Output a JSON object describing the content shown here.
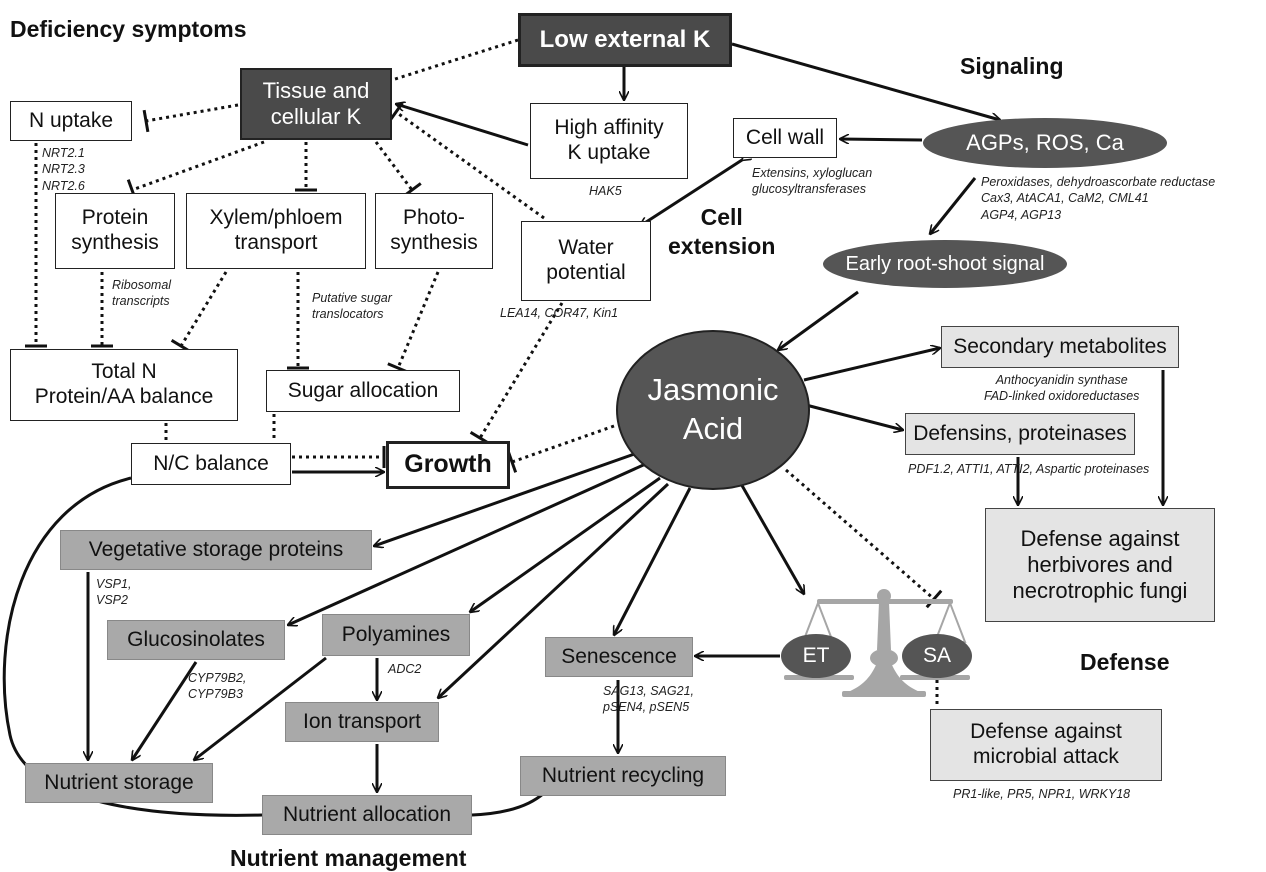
{
  "headings": {
    "deficiency": "Deficiency symptoms",
    "signaling": "Signaling",
    "cell_extension": "Cell\nextension",
    "defense": "Defense",
    "nutrient_management": "Nutrient management"
  },
  "nodes": {
    "low_k": "Low external K",
    "tissue_k": "Tissue and\ncellular K",
    "n_uptake": "N uptake",
    "high_affinity": "High affinity\nK uptake",
    "cell_wall": "Cell wall",
    "agps": "AGPs, ROS, Ca",
    "protein_synthesis": "Protein\nsynthesis",
    "xylem": "Xylem/phloem\ntransport",
    "photosynthesis": "Photo-\nsynthesis",
    "water_potential": "Water\npotential",
    "early_signal": "Early root-shoot signal",
    "total_n": "Total N\nProtein/AA balance",
    "sugar_allocation": "Sugar allocation",
    "nc_balance": "N/C balance",
    "growth": "Growth",
    "jasmonic_acid": "Jasmonic\nAcid",
    "secondary_metabolites": "Secondary metabolites",
    "defensins": "Defensins, proteinases",
    "defense_herbivores": "Defense against\nherbivores and\nnecrotrophic fungi",
    "vsp": "Vegetative storage proteins",
    "glucosinolates": "Glucosinolates",
    "polyamines": "Polyamines",
    "senescence": "Senescence",
    "et": "ET",
    "sa": "SA",
    "ion_transport": "Ion transport",
    "defense_microbial": "Defense against\nmicrobial attack",
    "nutrient_storage": "Nutrient storage",
    "nutrient_allocation": "Nutrient allocation",
    "nutrient_recycling": "Nutrient recycling"
  },
  "notes": {
    "nrt": "NRT2.1\nNRT2.3\nNRT2.6",
    "hak5": "HAK5",
    "extensins": "Extensins, xyloglucan\nglucosyltransferases",
    "peroxidases": "Peroxidases, dehydroascorbate reductase\nCax3, AtACA1, CaM2, CML41\nAGP4, AGP13",
    "ribosomal": "Ribosomal\ntranscripts",
    "sugar_translocators": "Putative sugar\ntranslocators",
    "lea14": "LEA14, COR47, Kin1",
    "anthocyanidin": "Anthocyanidin synthase\nFAD-linked oxidoreductases",
    "pdf12": "PDF1.2, ATTI1, ATTI2, Aspartic proteinases",
    "vsp_genes": "VSP1,\nVSP2",
    "cyp": "CYP79B2,\nCYP79B3",
    "adc2": "ADC2",
    "sag": "SAG13, SAG21,\npSEN4, pSEN5",
    "pr1": "PR1-like, PR5, NPR1, WRKY18"
  },
  "colors": {
    "dark_box": "#4a4a4a",
    "gray_box": "#a9a9a9",
    "light_box": "#e4e4e4",
    "ellipse": "#555555",
    "balance": "#a6a6a6"
  }
}
